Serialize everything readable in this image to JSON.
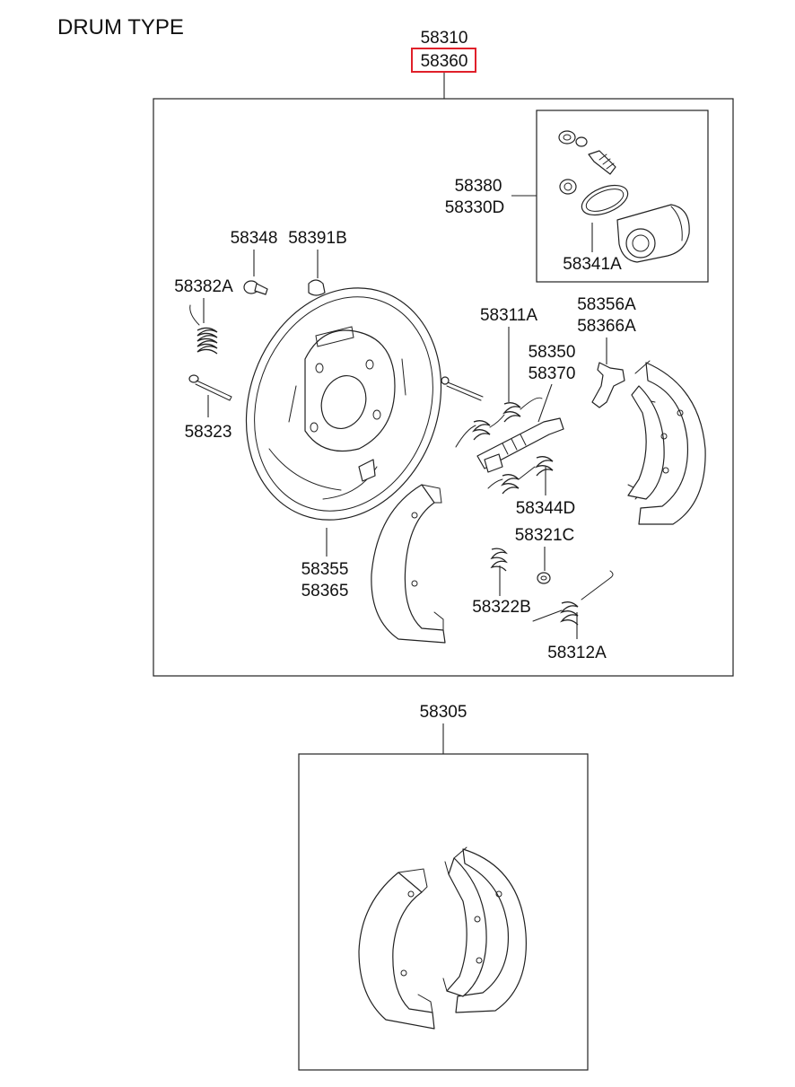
{
  "title": "DRUM TYPE",
  "assembly": {
    "labels": [
      "58310",
      "58360"
    ],
    "highlighted": "58360",
    "highlight_color": "#e0202a"
  },
  "parts": {
    "wheel_cylinder_group": [
      "58380",
      "58330D"
    ],
    "seal_kit": "58341A",
    "bolt": "58348",
    "plug": "58391B",
    "hold_down_spring": "58382A",
    "pin": "58323",
    "backing_plate": [
      "58355",
      "58365"
    ],
    "return_spring_upper": "58311A",
    "lever": [
      "58356A",
      "58366A"
    ],
    "adjuster": [
      "58350",
      "58370"
    ],
    "return_spring_lower": "58344D",
    "cup": "58321C",
    "spring_small": "58322B",
    "return_spring_long": "58312A"
  },
  "shoe_kit": "58305"
}
